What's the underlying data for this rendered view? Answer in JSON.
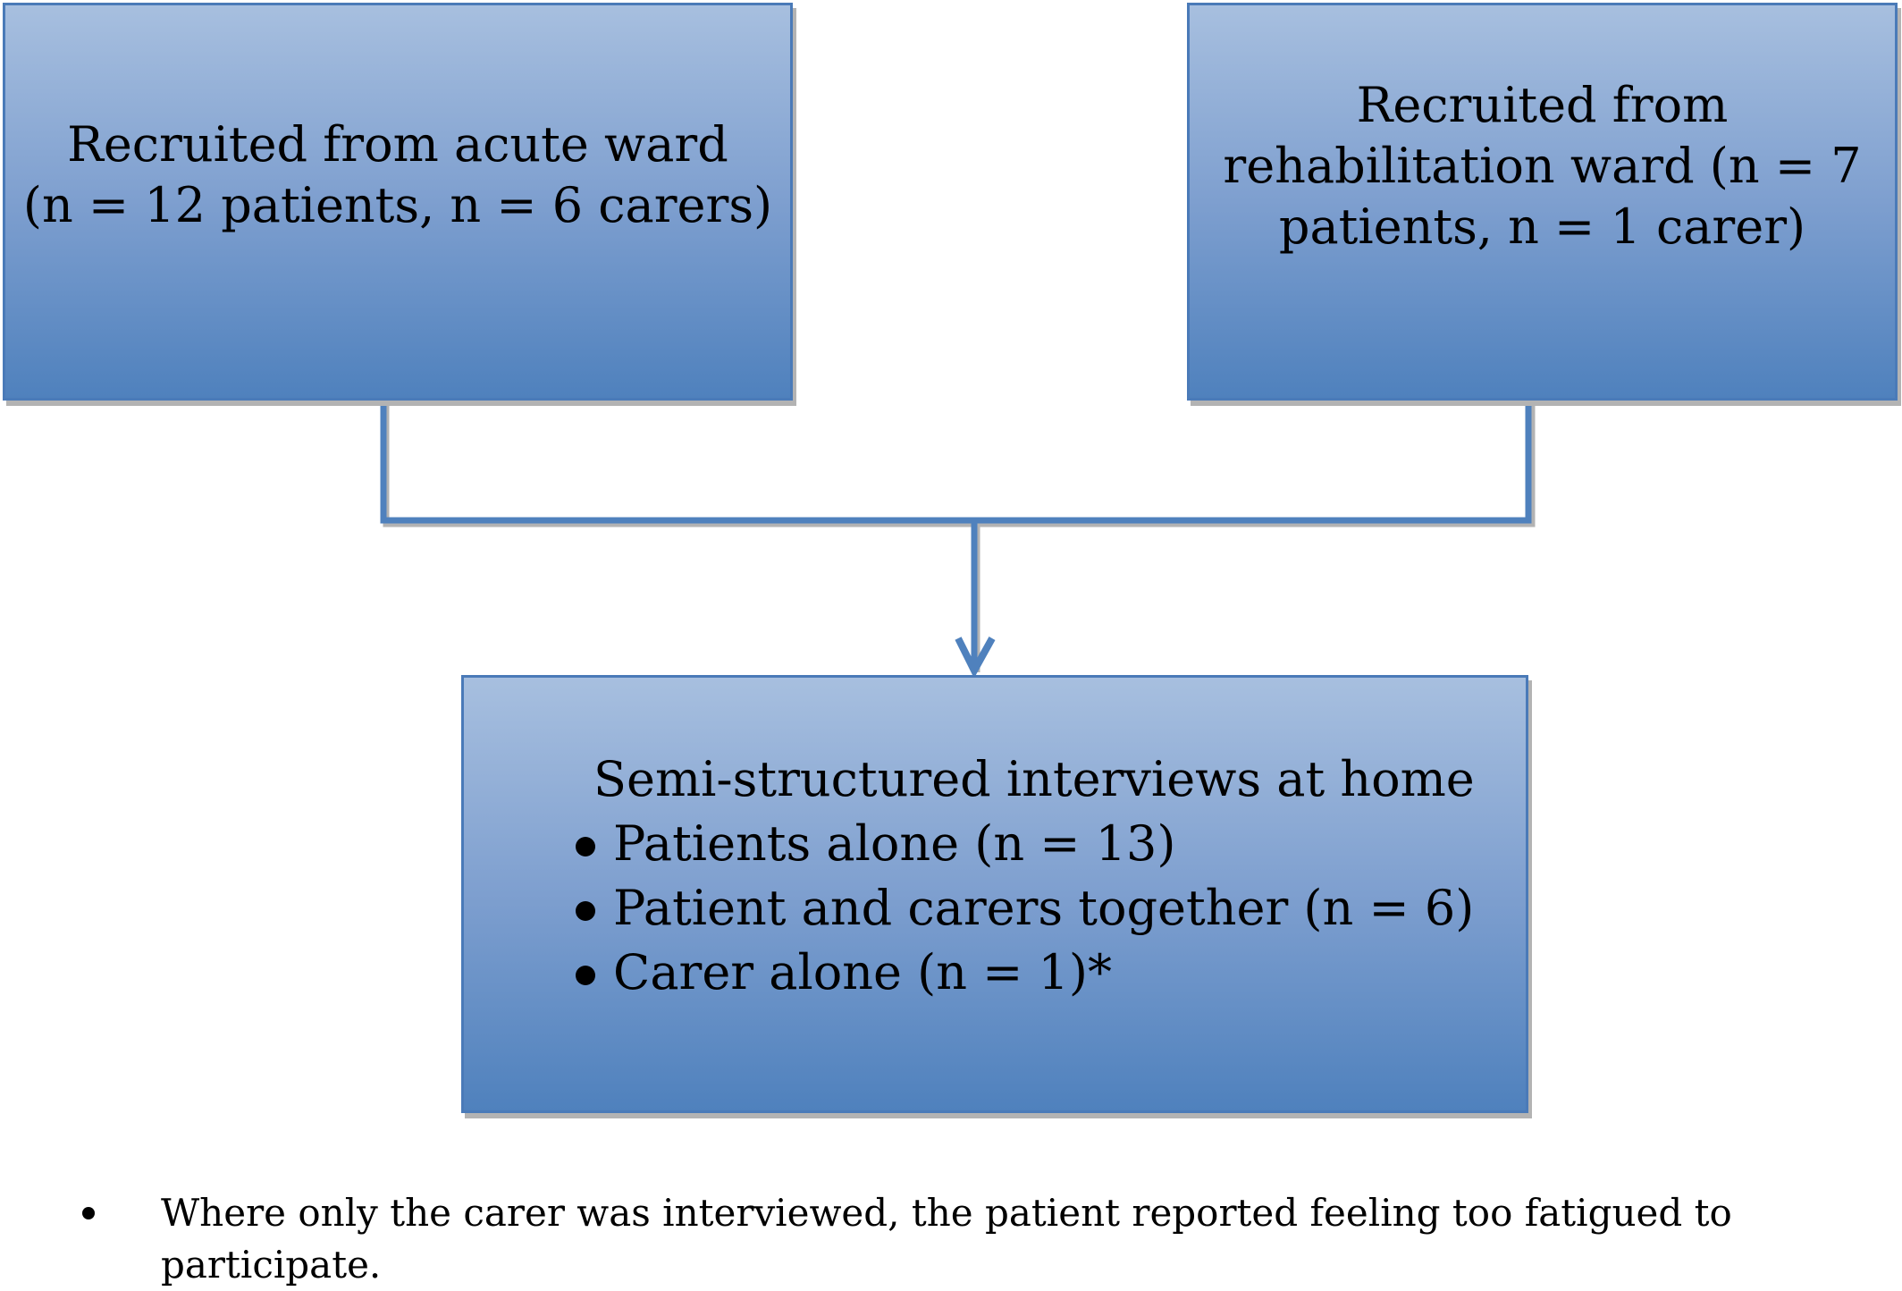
{
  "boxes": {
    "acute": {
      "text": "Recruited from acute ward\n(n = 12  patients, n = 6 carers)"
    },
    "rehab": {
      "text": "Recruited from\nrehabilitation ward (n = 7\npatients, n = 1 carer)"
    },
    "interviews": {
      "title": "Semi-structured interviews at home",
      "items": [
        "Patients alone (n = 13)",
        "Patient and carers together (n = 6)",
        "Carer alone (n = 1)*"
      ]
    }
  },
  "footnote": "Where only the carer was interviewed, the patient reported feeling too fatigued to participate.",
  "colors": {
    "box_top": "#a7bfdf",
    "box_bottom": "#4f81bd",
    "box_border": "#4a7ab8",
    "connector": "#4f81bd",
    "shadow": "#b3b3b3"
  }
}
